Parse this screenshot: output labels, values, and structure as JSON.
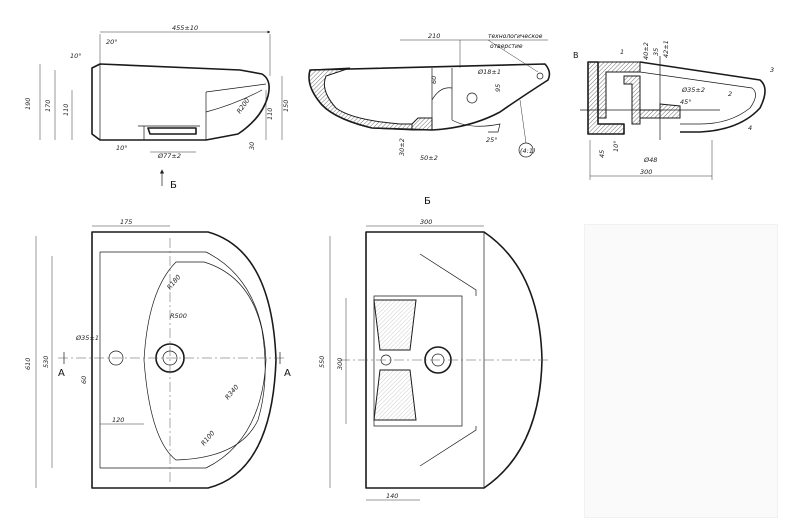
{
  "views": {
    "side": {
      "dims": {
        "length": "455±10",
        "angle_top": "20°",
        "d10_top": "10°",
        "h190": "190",
        "h170": "170",
        "h110": "110",
        "r_radius": "R200",
        "h110r": "110",
        "h150r": "150",
        "d10_bottom": "10°",
        "dia": "Ø77±2",
        "d30": "30"
      },
      "label_b": "Б",
      "arrow_label": "Б"
    },
    "section_b": {
      "title": "Б",
      "tech_note_1": "технологическое",
      "tech_note_2": "отверстие",
      "dims": {
        "d210": "210",
        "dia18": "Ø18±1",
        "d60": "60",
        "d95": "95",
        "d30": "30±2",
        "d50": "50±2",
        "a25": "25°",
        "scale": "(4:1)"
      }
    },
    "section_a": {
      "label_v": "В",
      "dims": {
        "n1": "1",
        "n2": "2",
        "n3": "3",
        "n4": "4",
        "d40": "40±2",
        "d35": "35",
        "d42": "42±1",
        "dia35": "Ø35±2",
        "a45": "45°",
        "d45": "45",
        "d10": "10°",
        "dia48": "Ø48",
        "d300": "300"
      }
    },
    "top": {
      "dims": {
        "d175": "175",
        "d610": "610",
        "d530": "530",
        "dia35": "Ø35±1",
        "d60": "60",
        "d120": "120",
        "r180": "R180",
        "r500": "R500",
        "r340": "R340",
        "r100": "R100"
      },
      "section_label": "A"
    },
    "bottom": {
      "dims": {
        "d300": "300",
        "d550": "550",
        "d300v": "300",
        "d140": "140"
      }
    }
  }
}
